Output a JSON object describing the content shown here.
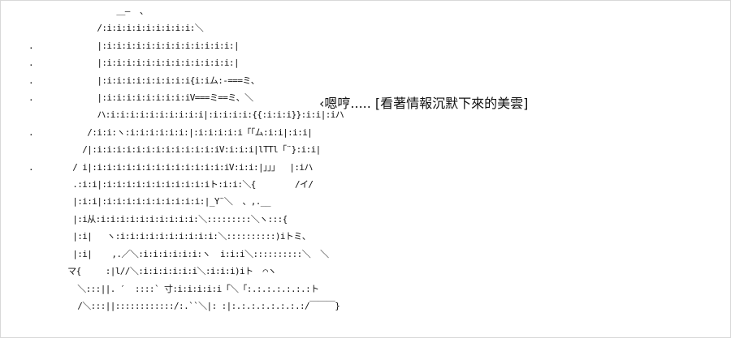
{
  "caption": "‹嗯哼..... [看著情報沉默下來的美雲]",
  "art_lines": [
    "                  ＿―  、",
    "              /:i:i:i:i:i:i:i:i:i:＼",
    ".             |:i:i:i:i:i:i:i:i:i:i:i:i:i:|",
    ".             |:i:i:i:i:i:i:i:i:i:i:i:i:i:|",
    ".             |:i:i:i:i:i:i:i:i:i{i:iム:-===ミ、",
    ".             |:i:i:i:i:i:i:i:i:iV===ミ==ミ、＼",
    "              ハ:i:i:i:i:i:i:i:i:i:i|:i:i:i:i:{{:i:i:i}}:i:i|:iハ",
    ".           /:i:i:ヽ:i:i:i:i:i:i:|:i:i:i:i:i「「ム:i:i|:i:i|",
    "           /|:i:i:i:i:i:i:i:i:i:i:i:i:iV:i:i:i|lTTl「¨}:i:i|",
    ".        / i|:i:i:i:i:i:i:i:i:i:i:i:i:i:iV:i:i:|」」」  |:iハ",
    "         .:i:i|:i:i:i:i:i:i:i:i:i:i:iト:i:i:＼{        /イ/",
    "         |:i:i|:i:i:i:i:i:i:i:i:i:i:|_Y¨＼  、,.__",
    "         |:i从:i:i:i:i:i:i:i:i:i:i:＼:::::::::＼ヽ:::{",
    "         |:i|   ヽ:i:i:i:i:i:i:i:i:i:i:＼::::::::::)iトミ、",
    "         |:i|    ,.／＼:i:i:i:i:i:i:ヽ  i:i:i＼::::::::::＼  ＼",
    "        マ{     :|l//＼:i:i:i:i:i:i＼:i:i:i)iト  ⌒ヽ",
    "          ＼:::||. ′  ::::` 寸:i:i:i:i:i「＼「:.:.:.:.:.:.:ト",
    "          /＼:::||::::::::::::/:.``＼|: :|:.:.:.:.:.:.:.:/￣￣￣}"
  ]
}
